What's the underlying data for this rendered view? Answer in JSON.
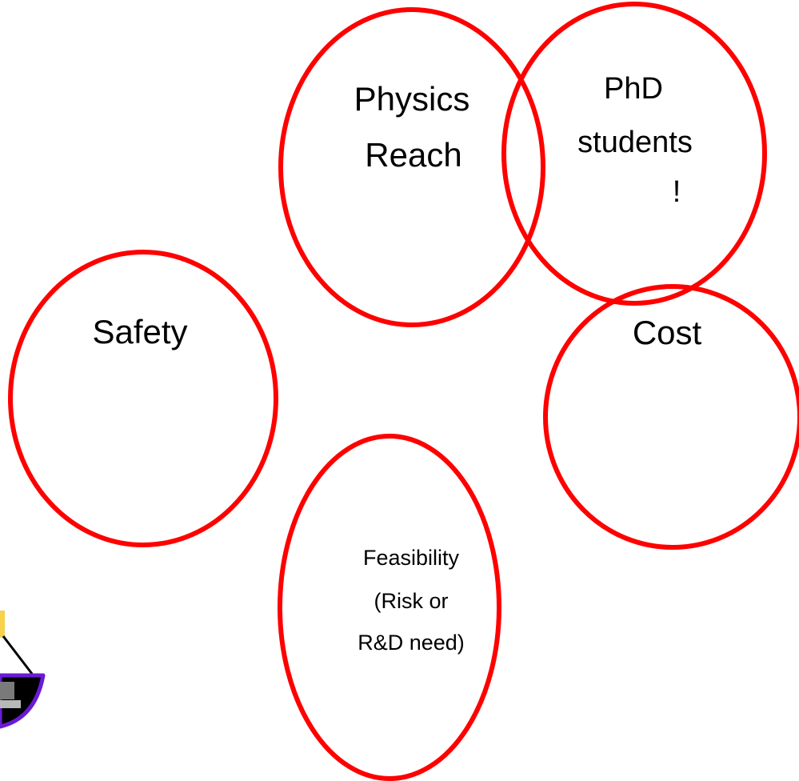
{
  "diagram": {
    "stroke_color": "#ff0000",
    "circles": [
      {
        "id": "physics-reach",
        "lines": [
          "Physics",
          "Reach"
        ]
      },
      {
        "id": "phd-students",
        "lines": [
          "PhD",
          "students",
          "!"
        ]
      },
      {
        "id": "safety",
        "lines": [
          "Safety"
        ]
      },
      {
        "id": "cost",
        "lines": [
          "Cost"
        ]
      },
      {
        "id": "feasibility",
        "lines": [
          "Feasibility",
          "(Risk or",
          "R&D need)"
        ]
      }
    ],
    "clipart": {
      "icon": "balance-scale-icon",
      "pan_color": "#000000",
      "rim_color": "#6a1bd6",
      "accent_color": "#f7d24a"
    }
  }
}
